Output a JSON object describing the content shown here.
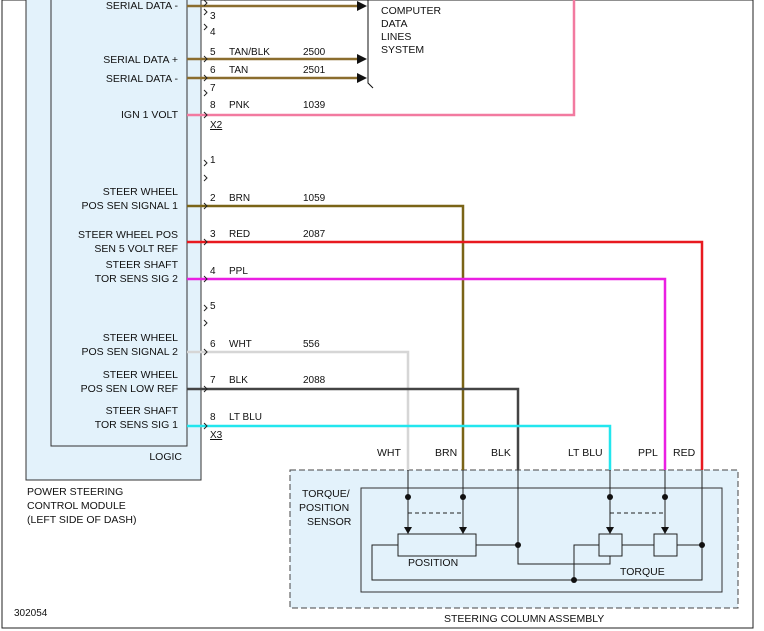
{
  "module": {
    "name_lines": [
      "POWER STEERING",
      "CONTROL MODULE",
      "(LEFT SIDE OF DASH)"
    ],
    "logic_label": "LOGIC"
  },
  "connectors": {
    "x2_label": "X2",
    "x3_label": "X3"
  },
  "computer_system": {
    "lines": [
      "COMPUTER",
      "DATA",
      "LINES",
      "SYSTEM"
    ]
  },
  "x2_pins": [
    {
      "pin": "3",
      "signal": "",
      "color_name": "",
      "circuit": ""
    },
    {
      "pin": "4",
      "signal": "",
      "color_name": "",
      "circuit": ""
    },
    {
      "pin": "5",
      "signal": "SERIAL DATA +",
      "color_name": "TAN/BLK",
      "circuit": "2500"
    },
    {
      "pin": "6",
      "signal": "SERIAL DATA -",
      "color_name": "TAN",
      "circuit": "2501"
    },
    {
      "pin": "7",
      "signal": "",
      "color_name": "",
      "circuit": ""
    },
    {
      "pin": "8",
      "signal": "IGN 1 VOLT",
      "color_name": "PNK",
      "circuit": "1039"
    }
  ],
  "top_partial_signal": "SERIAL DATA -",
  "x3_pins": [
    {
      "pin": "1",
      "signal_lines": [],
      "color_name": "",
      "circuit": ""
    },
    {
      "pin": "2",
      "signal_lines": [
        "STEER WHEEL",
        "POS SEN SIGNAL 1"
      ],
      "color_name": "BRN",
      "circuit": "1059"
    },
    {
      "pin": "3",
      "signal_lines": [
        "STEER WHEEL POS",
        "SEN 5 VOLT REF"
      ],
      "color_name": "RED",
      "circuit": "2087"
    },
    {
      "pin": "4",
      "signal_lines": [
        "STEER SHAFT",
        "TOR SENS SIG 2"
      ],
      "color_name": "PPL",
      "circuit": ""
    },
    {
      "pin": "5",
      "signal_lines": [],
      "color_name": "",
      "circuit": ""
    },
    {
      "pin": "6",
      "signal_lines": [
        "STEER WHEEL",
        "POS SEN SIGNAL 2"
      ],
      "color_name": "WHT",
      "circuit": "556"
    },
    {
      "pin": "7",
      "signal_lines": [
        "STEER WHEEL",
        "POS SEN LOW REF"
      ],
      "color_name": "BLK",
      "circuit": "2088"
    },
    {
      "pin": "8",
      "signal_lines": [
        "STEER SHAFT",
        "TOR SENS SIG 1"
      ],
      "color_name": "LT BLU",
      "circuit": ""
    }
  ],
  "sensor": {
    "name_lines": [
      "TORQUE/",
      "POSITION",
      "SENSOR"
    ],
    "position_label": "POSITION",
    "torque_label": "TORQUE",
    "assembly_label": "STEERING COLUMN ASSEMBLY",
    "wire_labels": [
      "WHT",
      "BRN",
      "BLK",
      "LT BLU",
      "PPL",
      "RED"
    ]
  },
  "wire_colors": {
    "TAN/BLK": "#8b6d2e",
    "TAN": "#8b6d2e",
    "PNK": "#f27aa0",
    "BRN": "#7a6417",
    "RED": "#e8191f",
    "PPL": "#ea1fe2",
    "WHT": "#d6d6d6",
    "BLK": "#444444",
    "LT BLU": "#22e6ee"
  },
  "diagram_id": "302054"
}
